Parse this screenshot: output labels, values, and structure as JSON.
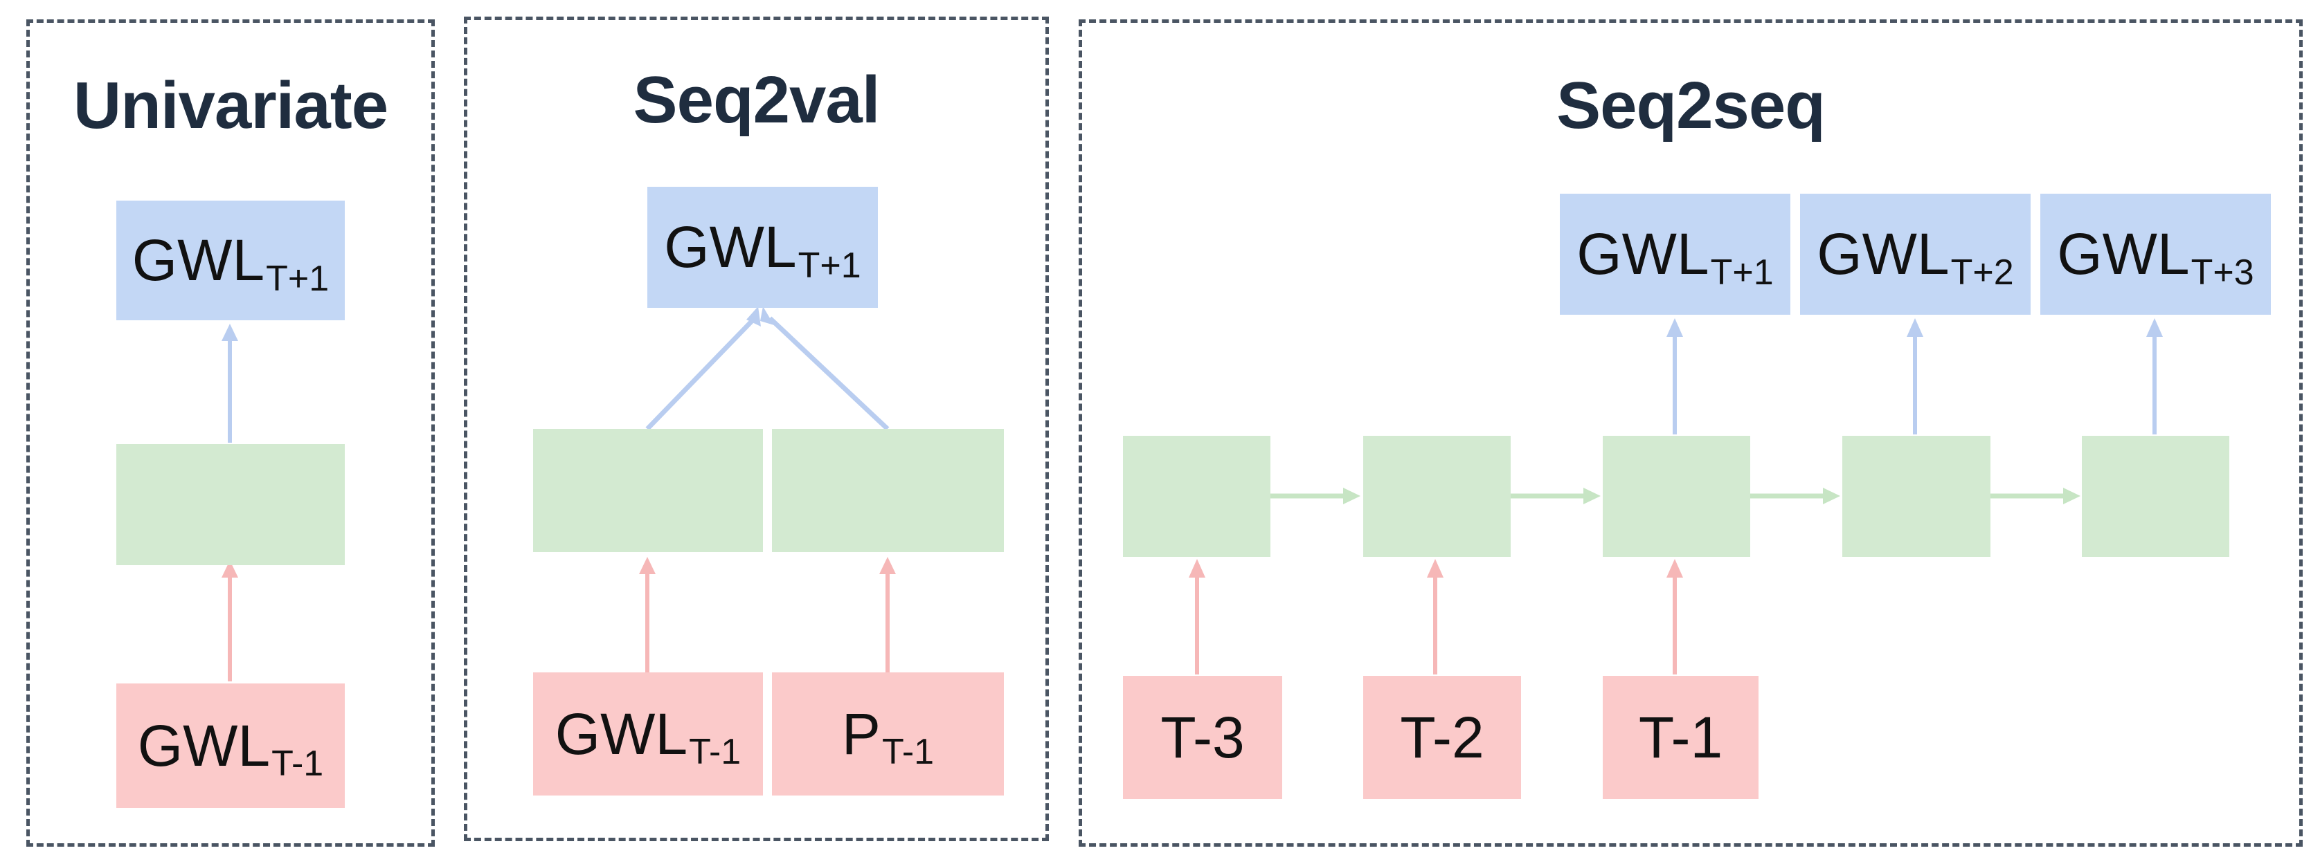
{
  "panels": {
    "univariate": {
      "title": "Univariate",
      "output": {
        "main": "GWL",
        "sub": "T+1"
      },
      "input": {
        "main": "GWL",
        "sub": "T-1"
      }
    },
    "seq2val": {
      "title": "Seq2val",
      "output": {
        "main": "GWL",
        "sub": "T+1"
      },
      "inputs": [
        {
          "main": "GWL",
          "sub": "T-1"
        },
        {
          "main": "P",
          "sub": "T-1"
        }
      ]
    },
    "seq2seq": {
      "title": "Seq2seq",
      "outputs": [
        {
          "main": "GWL",
          "sub": "T+1"
        },
        {
          "main": "GWL",
          "sub": "T+2"
        },
        {
          "main": "GWL",
          "sub": "T+3"
        }
      ],
      "inputs": [
        "T-3",
        "T-2",
        "T-1"
      ]
    }
  },
  "colors": {
    "output": "#c3d7f5",
    "hidden": "#d3ead1",
    "input": "#fbcaca",
    "arrow_up_output": "#b9cdf0",
    "arrow_up_input": "#f6b7b7",
    "arrow_hidden": "#c7e5c4",
    "border": "#4a5563"
  }
}
